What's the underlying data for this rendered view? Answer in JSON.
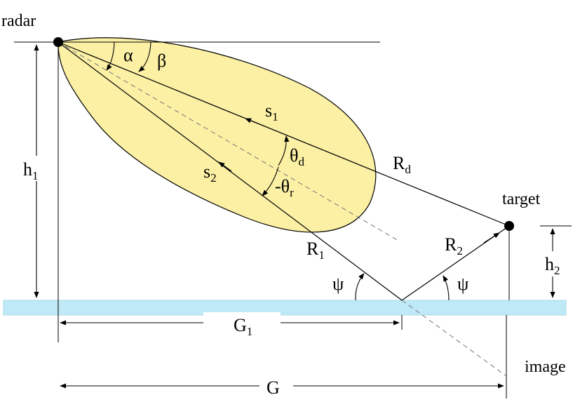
{
  "labels": {
    "radar": "radar",
    "target": "target",
    "image": "image",
    "h1": "h",
    "h1_sub": "1",
    "h2": "h",
    "h2_sub": "2",
    "G1": "G",
    "G1_sub": "1",
    "G": "G",
    "R1": "R",
    "R1_sub": "1",
    "R2": "R",
    "R2_sub": "2",
    "Rd": "R",
    "Rd_sub": "d",
    "s1": "s",
    "s1_sub": "1",
    "s2": "s",
    "s2_sub": "2",
    "alpha": "α",
    "beta": "β",
    "theta_d": "θ",
    "theta_d_sub": "d",
    "theta_r": "-θ",
    "theta_r_sub": "r",
    "psi_left": "ψ",
    "psi_right": "ψ"
  },
  "colors": {
    "beam_fill": "#fbf0a4",
    "beam_stroke": "#000000",
    "ground_fill": "#bfe9f6",
    "line": "#000000",
    "dashed": "#777777"
  }
}
